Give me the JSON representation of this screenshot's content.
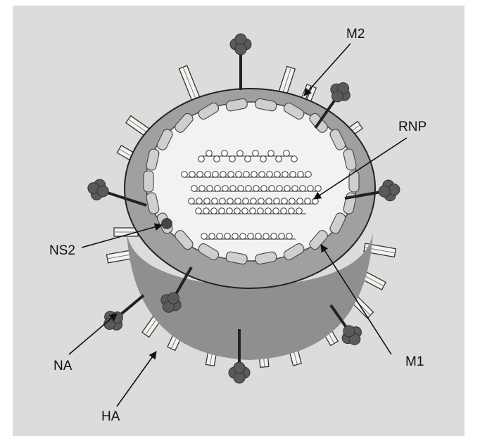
{
  "labels": {
    "m2": "M2",
    "rnp": "RNP",
    "ns2": "NS2",
    "na": "NA",
    "ha": "HA",
    "m1": "M1"
  },
  "colors": {
    "background": "#ffffff",
    "panel": "#dcdcdc",
    "envelope": "#9b9b9b",
    "envelope_shadow": "#8a8a8a",
    "interior": "#f1f1f1",
    "matrix_block": "#cfcfcf",
    "spike": "#f4f4ee",
    "na_head": "#5a5a5a",
    "line": "#111111"
  }
}
